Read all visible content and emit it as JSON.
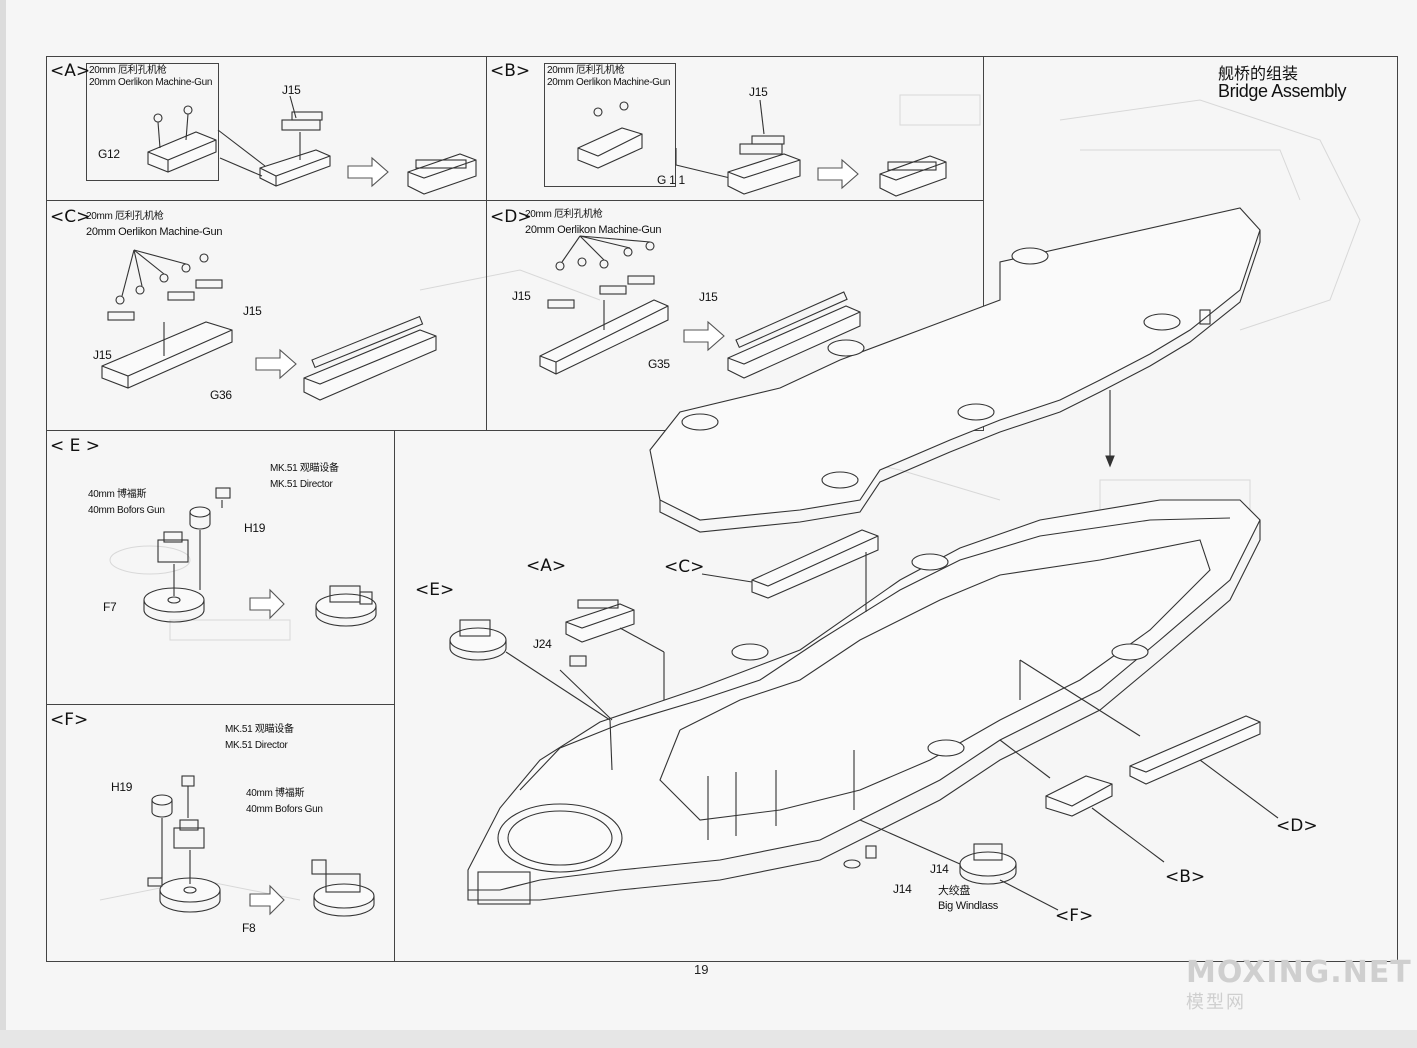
{
  "header": {
    "title_cn": "舰桥的组装",
    "title_en": "Bridge Assembly"
  },
  "page_number": "19",
  "watermark": {
    "site": "MOXING.NET",
    "site_cn": "模型网"
  },
  "panels": {
    "A": {
      "label": "<A>",
      "gun_cn": "20mm 厄利孔机枪",
      "gun_en": "20mm Oerlikon Machine-Gun",
      "parts": [
        "J15",
        "G12"
      ]
    },
    "B": {
      "label": "<B>",
      "gun_cn": "20mm 厄利孔机枪",
      "gun_en": "20mm Oerlikon Machine-Gun",
      "parts": [
        "J15",
        "G 1 1"
      ]
    },
    "C": {
      "label": "<C>",
      "gun_cn": "20mm 厄利孔机枪",
      "gun_en": "20mm Oerlikon Machine-Gun",
      "parts": [
        "J15",
        "J15",
        "G36"
      ]
    },
    "D": {
      "label": "<D>",
      "gun_cn": "20mm 厄利孔机枪",
      "gun_en": "20mm Oerlikon Machine-Gun",
      "parts": [
        "J15",
        "J15",
        "G35"
      ]
    },
    "E": {
      "label": "< E >",
      "director_cn": "MK.51 观瞄设备",
      "director_en": "MK.51 Director",
      "gun_cn": "40mm 博福斯",
      "gun_en": "40mm Bofors Gun",
      "parts": [
        "H19",
        "F7"
      ]
    },
    "F": {
      "label": "<F>",
      "director_cn": "MK.51 观瞄设备",
      "director_en": "MK.51 Director",
      "gun_cn": "40mm 博福斯",
      "gun_en": "40mm Bofors Gun",
      "parts": [
        "H19",
        "F8"
      ]
    }
  },
  "main_assembly": {
    "callouts": [
      "<A>",
      "<C>",
      "<E>",
      "<B>",
      "<D>",
      "<F>"
    ],
    "parts": [
      "J24",
      "J14",
      "J14"
    ],
    "windlass_cn": "大绞盘",
    "windlass_en": "Big Windlass"
  }
}
